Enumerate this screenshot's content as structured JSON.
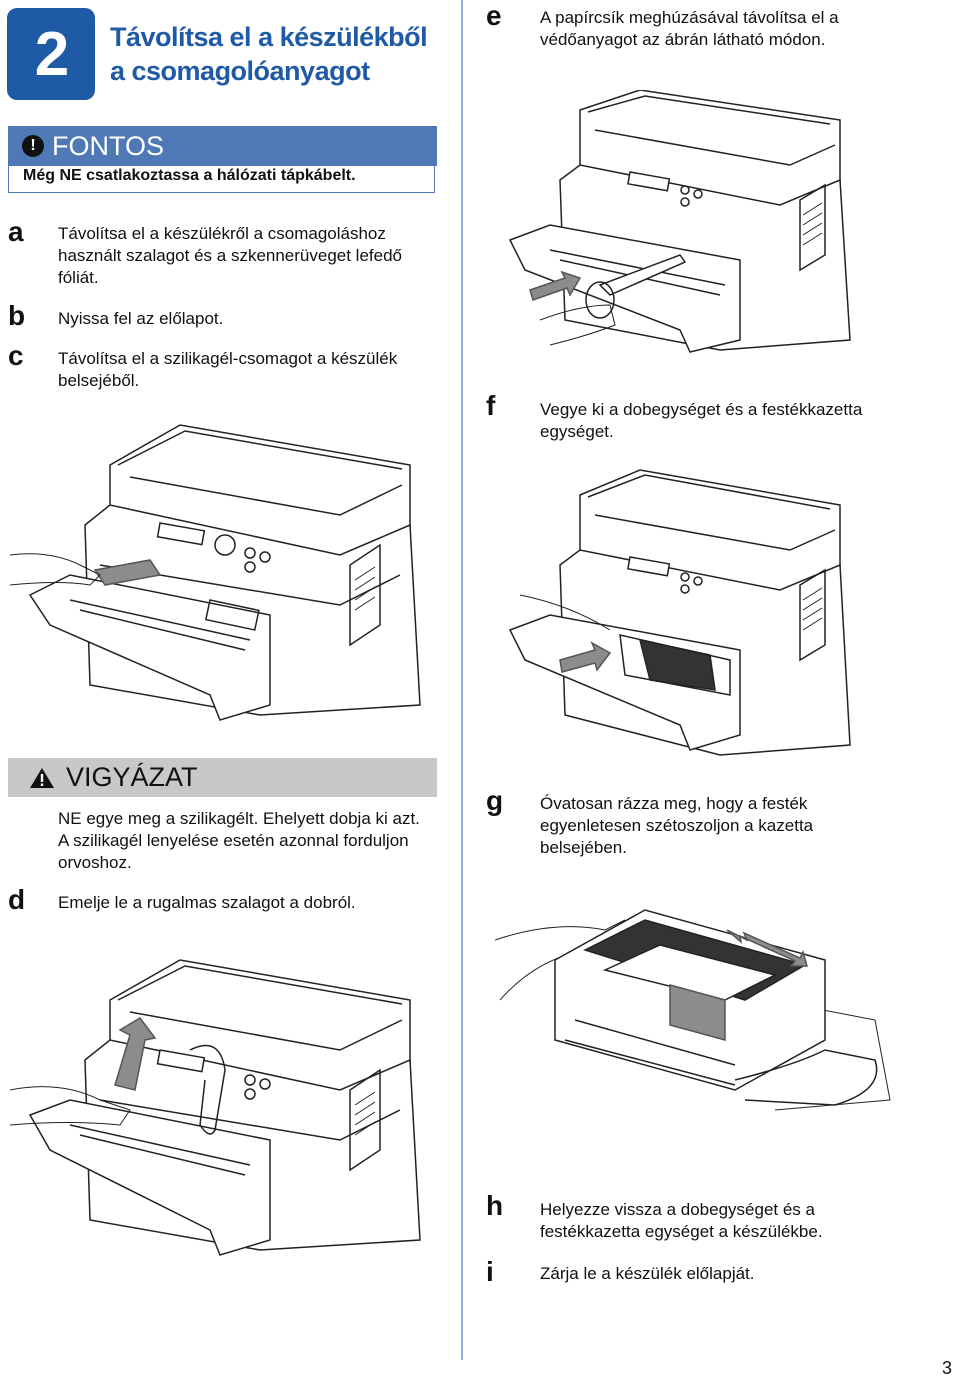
{
  "header": {
    "step_number": "2",
    "title_line1": "Távolítsa el a készülékből",
    "title_line2": "a csomagolóanyagot"
  },
  "important": {
    "icon": "exclamation-icon",
    "label": "FONTOS",
    "text": "Még NE csatlakoztassa a hálózati tápkábelt."
  },
  "caution": {
    "icon": "warning-triangle-icon",
    "label": "VIGYÁZAT",
    "line1": "NE egye meg a szilikagélt. Ehelyett dobja ki azt.",
    "line2": "A szilikagél lenyelése esetén azonnal forduljon",
    "line3": "orvoshoz."
  },
  "steps": {
    "a": {
      "letter": "a",
      "line1": "Távolítsa el a készülékről a csomagoláshoz",
      "line2": "használt szalagot és a szkennerüveget lefedő",
      "line3": "fóliát."
    },
    "b": {
      "letter": "b",
      "line1": "Nyissa fel az előlapot."
    },
    "c": {
      "letter": "c",
      "line1": "Távolítsa el a szilikagél-csomagot a készülék",
      "line2": "belsejéből."
    },
    "d": {
      "letter": "d",
      "line1": "Emelje le a rugalmas szalagot a dobról."
    },
    "e": {
      "letter": "e",
      "line1": "A papírcsík meghúzásával távolítsa el a",
      "line2": "védőanyagot az ábrán látható módon."
    },
    "f": {
      "letter": "f",
      "line1": "Vegye ki a dobegységet és a festékkazetta",
      "line2": "egységet."
    },
    "g": {
      "letter": "g",
      "line1": "Óvatosan rázza meg, hogy a festék",
      "line2": "egyenletesen szétoszoljon a kazetta",
      "line3": "belsejében."
    },
    "h": {
      "letter": "h",
      "line1": "Helyezze vissza a dobegységet és a",
      "line2": "festékkazetta egységet a készülékbe."
    },
    "i": {
      "letter": "i",
      "line1": "Zárja le a készülék előlapját."
    }
  },
  "footer": {
    "page_number": "3"
  }
}
